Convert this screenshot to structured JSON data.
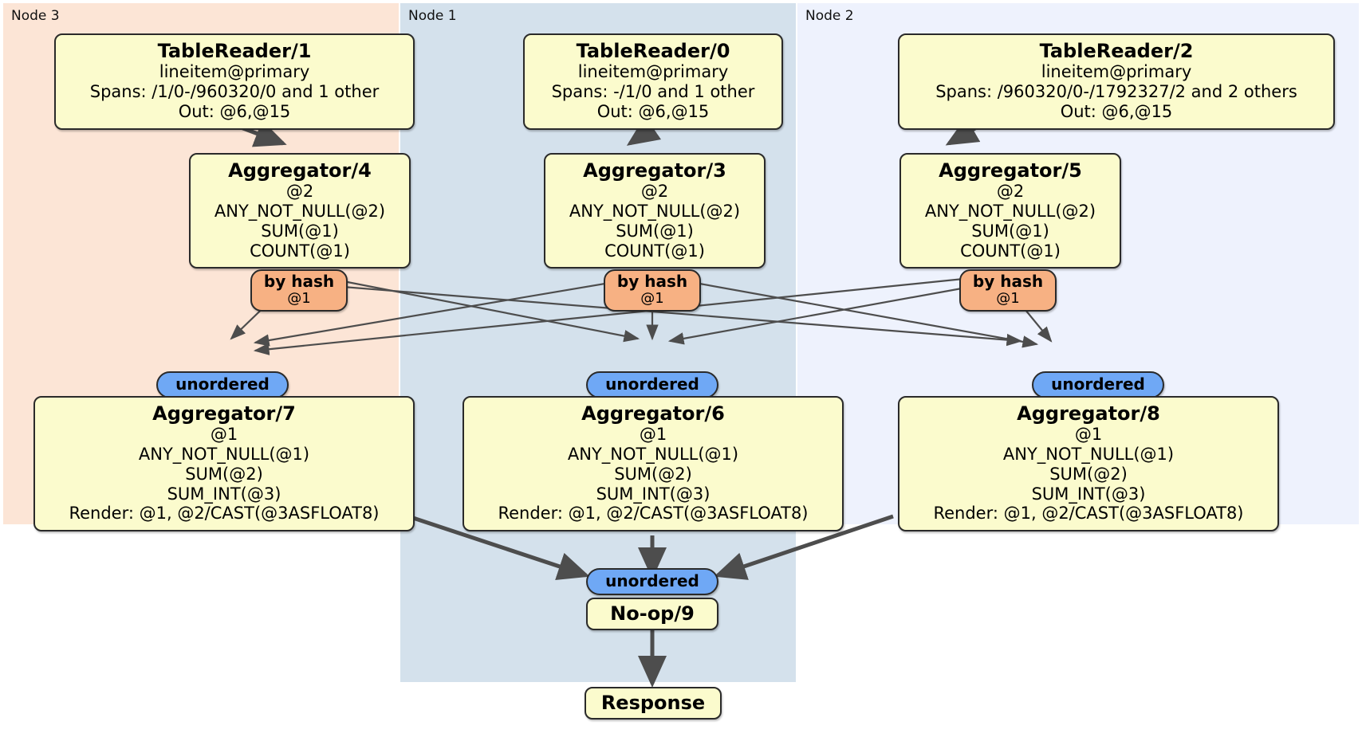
{
  "diagram": {
    "type": "distributed-query-execution-plan",
    "background": "#ffffff",
    "panels": [
      {
        "id": "node3",
        "label": "Node 3",
        "color": "#fce5d6"
      },
      {
        "id": "node1",
        "label": "Node 1",
        "color": "#d4e1ec"
      },
      {
        "id": "node2",
        "label": "Node 2",
        "color": "#eef2fd"
      }
    ],
    "colors": {
      "processor_fill": "#fbfbcd",
      "hash_router_fill": "#f7b183",
      "unordered_sync_fill": "#6fa8f5",
      "border": "#2a2a2a",
      "edge": "#4d4d4d"
    },
    "processors": [
      {
        "id": "tablereader1",
        "name": "table-reader-1",
        "title": "TableReader/1",
        "lines": [
          "lineitem@primary",
          "Spans: /1/0-/960320/0 and 1 other",
          "Out: @6,@15"
        ],
        "panel": "node3"
      },
      {
        "id": "tablereader0",
        "name": "table-reader-0",
        "title": "TableReader/0",
        "lines": [
          "lineitem@primary",
          "Spans: -/1/0 and 1 other",
          "Out: @6,@15"
        ],
        "panel": "node1"
      },
      {
        "id": "tablereader2",
        "name": "table-reader-2",
        "title": "TableReader/2",
        "lines": [
          "lineitem@primary",
          "Spans: /960320/0-/1792327/2 and 2 others",
          "Out: @6,@15"
        ],
        "panel": "node2"
      },
      {
        "id": "aggregator4",
        "name": "aggregator-4",
        "title": "Aggregator/4",
        "lines": [
          "@2",
          "ANY_NOT_NULL(@2)",
          "SUM(@1)",
          "COUNT(@1)"
        ],
        "panel": "node3"
      },
      {
        "id": "aggregator3",
        "name": "aggregator-3",
        "title": "Aggregator/3",
        "lines": [
          "@2",
          "ANY_NOT_NULL(@2)",
          "SUM(@1)",
          "COUNT(@1)"
        ],
        "panel": "node1"
      },
      {
        "id": "aggregator5",
        "name": "aggregator-5",
        "title": "Aggregator/5",
        "lines": [
          "@2",
          "ANY_NOT_NULL(@2)",
          "SUM(@1)",
          "COUNT(@1)"
        ],
        "panel": "node2"
      },
      {
        "id": "aggregator7",
        "name": "aggregator-7",
        "title": "Aggregator/7",
        "lines": [
          "@1",
          "ANY_NOT_NULL(@1)",
          "SUM(@2)",
          "SUM_INT(@3)",
          "Render: @1, @2/CAST(@3ASFLOAT8)"
        ],
        "panel": "node3"
      },
      {
        "id": "aggregator6",
        "name": "aggregator-6",
        "title": "Aggregator/6",
        "lines": [
          "@1",
          "ANY_NOT_NULL(@1)",
          "SUM(@2)",
          "SUM_INT(@3)",
          "Render: @1, @2/CAST(@3ASFLOAT8)"
        ],
        "panel": "node1"
      },
      {
        "id": "aggregator8",
        "name": "aggregator-8",
        "title": "Aggregator/8",
        "lines": [
          "@1",
          "ANY_NOT_NULL(@1)",
          "SUM(@2)",
          "SUM_INT(@3)",
          "Render: @1, @2/CAST(@3ASFLOAT8)"
        ],
        "panel": "node2"
      },
      {
        "id": "noop9",
        "name": "no-op-9",
        "title": "No-op/9",
        "lines": [],
        "panel": "node1"
      },
      {
        "id": "response",
        "name": "response",
        "title": "Response",
        "lines": [],
        "panel": "node1"
      }
    ],
    "routers": [
      {
        "id": "hash_left",
        "name": "by-hash-router-left",
        "title": "by hash",
        "sub": "@1",
        "panel": "node3"
      },
      {
        "id": "hash_mid",
        "name": "by-hash-router-mid",
        "title": "by hash",
        "sub": "@1",
        "panel": "node1"
      },
      {
        "id": "hash_right",
        "name": "by-hash-router-right",
        "title": "by hash",
        "sub": "@1",
        "panel": "node2"
      }
    ],
    "synchronizers": [
      {
        "id": "unord_left",
        "name": "unordered-synchronizer-left",
        "title": "unordered",
        "panel": "node3"
      },
      {
        "id": "unord_mid",
        "name": "unordered-synchronizer-mid",
        "title": "unordered",
        "panel": "node1"
      },
      {
        "id": "unord_right",
        "name": "unordered-synchronizer-right",
        "title": "unordered",
        "panel": "node2"
      },
      {
        "id": "unord_final",
        "name": "unordered-synchronizer-final",
        "title": "unordered",
        "panel": "node1"
      }
    ]
  }
}
